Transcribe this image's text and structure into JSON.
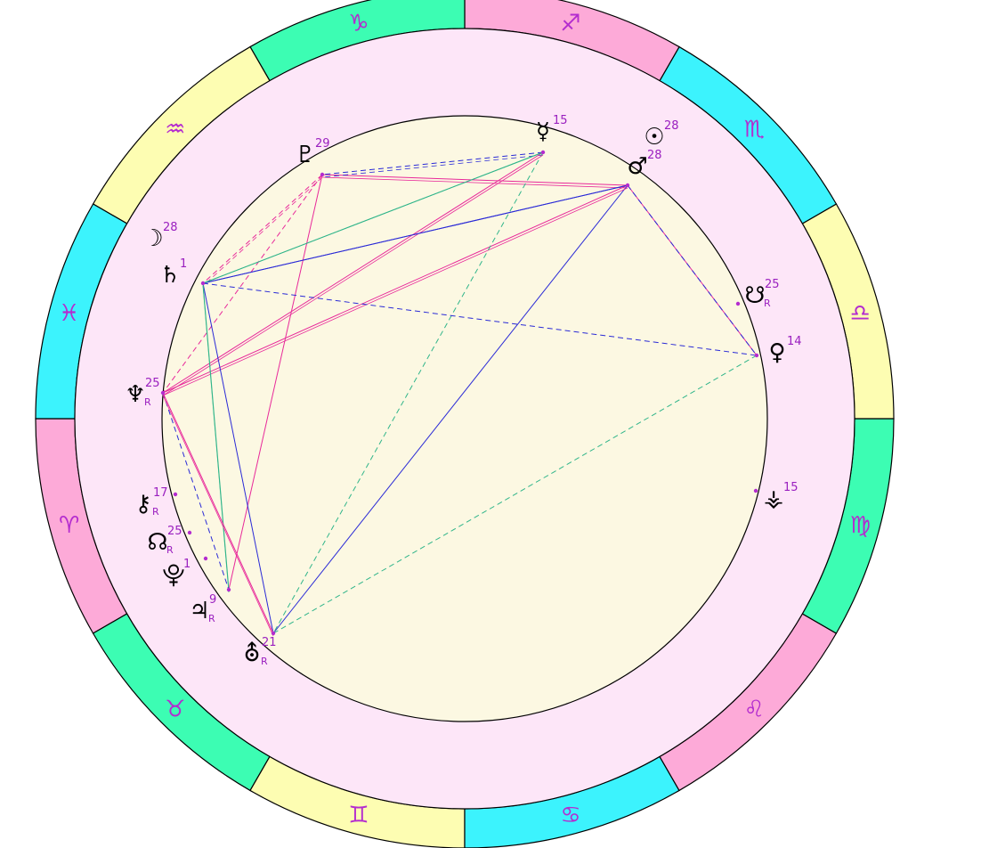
{
  "colors": {
    "fire": "#fdaad8",
    "earth": "#3cfdb3",
    "air": "#fdfdb2",
    "water": "#3cf3fd",
    "outer_ring_bg": "#fde6f8",
    "inner_bg": "#fcf8e2",
    "sign_glyph": "#b42ccf",
    "degree_text": "#9a1fbf",
    "aspect_pink": "#e8299a",
    "aspect_blue": "#2a2ad6",
    "aspect_green": "#30b58a"
  },
  "signs": [
    {
      "name": "Aries",
      "glyph": "♈",
      "element": "fire"
    },
    {
      "name": "Taurus",
      "glyph": "♉",
      "element": "earth"
    },
    {
      "name": "Gemini",
      "glyph": "♊",
      "element": "air"
    },
    {
      "name": "Cancer",
      "glyph": "♋",
      "element": "water"
    },
    {
      "name": "Leo",
      "glyph": "♌",
      "element": "fire"
    },
    {
      "name": "Virgo",
      "glyph": "♍",
      "element": "earth"
    },
    {
      "name": "Libra",
      "glyph": "♎",
      "element": "air"
    },
    {
      "name": "Scorpio",
      "glyph": "♏",
      "element": "water"
    },
    {
      "name": "Sagittarius",
      "glyph": "♐",
      "element": "fire"
    },
    {
      "name": "Capricorn",
      "glyph": "♑",
      "element": "earth"
    },
    {
      "name": "Aquarius",
      "glyph": "♒",
      "element": "air"
    },
    {
      "name": "Pisces",
      "glyph": "♓",
      "element": "water"
    }
  ],
  "planets": [
    {
      "id": "mercury",
      "glyph": "☿",
      "degree": "15",
      "retro": false
    },
    {
      "id": "sun",
      "glyph": "☉",
      "degree": "28",
      "retro": false
    },
    {
      "id": "mars",
      "glyph": "♂",
      "degree": "28",
      "retro": false
    },
    {
      "id": "pluto",
      "glyph": "♇",
      "degree": "29",
      "retro": false
    },
    {
      "id": "moon",
      "glyph": "☽",
      "degree": "28",
      "retro": false
    },
    {
      "id": "saturn",
      "glyph": "♄",
      "degree": "1",
      "retro": false
    },
    {
      "id": "south-node",
      "glyph": "☋",
      "degree": "25",
      "retro": true
    },
    {
      "id": "venus",
      "glyph": "♀",
      "degree": "14",
      "retro": false
    },
    {
      "id": "neptune",
      "glyph": "♆",
      "degree": "25",
      "retro": true
    },
    {
      "id": "chiron",
      "glyph": "⚷",
      "degree": "17",
      "retro": true
    },
    {
      "id": "north-node",
      "glyph": "☊",
      "degree": "25",
      "retro": true
    },
    {
      "id": "proserpina",
      "glyph": "⯓",
      "degree": "1",
      "retro": false
    },
    {
      "id": "jupiter",
      "glyph": "♃",
      "degree": "9",
      "retro": true
    },
    {
      "id": "uranus",
      "glyph": "⛢",
      "degree": "21",
      "retro": true
    },
    {
      "id": "vesta",
      "glyph": "⚶",
      "degree": "15",
      "retro": false
    }
  ],
  "retro_marker": "R"
}
